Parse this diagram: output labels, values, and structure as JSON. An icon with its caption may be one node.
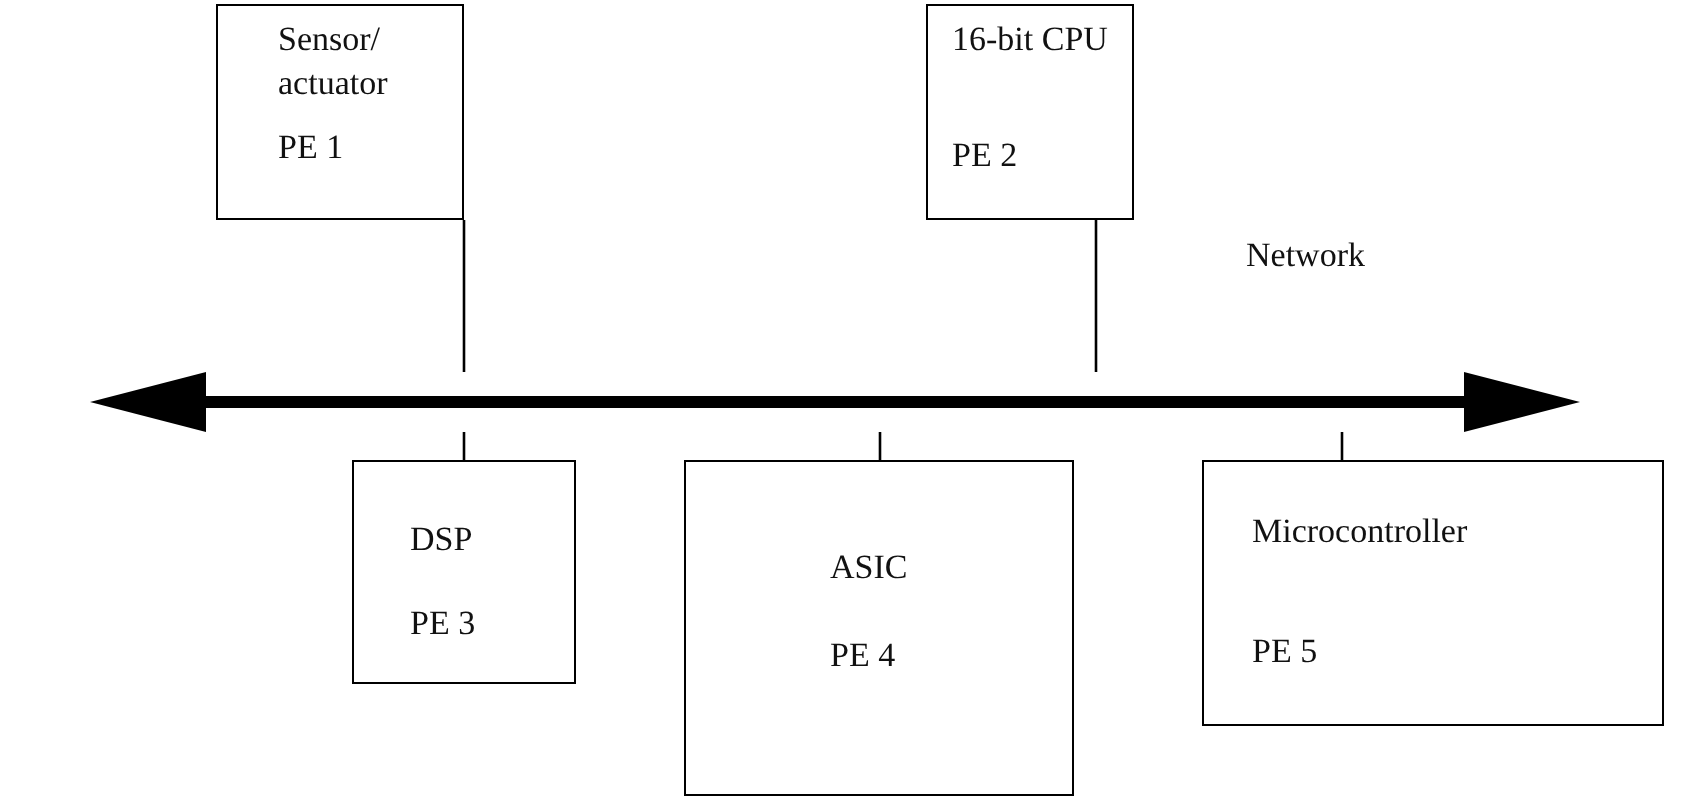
{
  "diagram": {
    "nodes": [
      {
        "text": [
          "Sensor/ actuator",
          "PE 1"
        ]
      },
      {
        "text": [
          "16-bit CPU",
          "PE 2"
        ]
      },
      {
        "text": [],
        "shape": "bar",
        "beside": [
          "Network"
        ]
      },
      {
        "text": [
          "DSP",
          "PE 3"
        ]
      },
      {
        "text": [
          "ASIC",
          "PE 4"
        ]
      },
      {
        "text": [
          "Microcontroller",
          "PE 5"
        ]
      }
    ],
    "edges": [
      {
        "from": 0,
        "to": 2,
        "arrow": "none"
      },
      {
        "from": 1,
        "to": 2,
        "arrow": "none"
      },
      {
        "from": 2,
        "to": 3,
        "arrow": "none"
      },
      {
        "from": 2,
        "to": 4,
        "arrow": "none"
      },
      {
        "from": 2,
        "to": 5,
        "arrow": "none"
      }
    ]
  }
}
